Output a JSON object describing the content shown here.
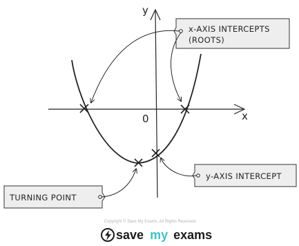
{
  "axes": {
    "x_label": "x",
    "y_label": "y",
    "origin_label": "0"
  },
  "callouts": {
    "x_intercepts_line1": "x-AXIS  INTERCEPTS",
    "x_intercepts_line2": "(ROOTS)",
    "y_intercept": "y-AXIS  INTERCEPT",
    "turning_point": "TURNING  POINT"
  },
  "footer": {
    "copyright": "Copyright © Save My Exams. All Rights Reserved",
    "brand_save": "save",
    "brand_my": "my",
    "brand_exams": "exams"
  },
  "colors": {
    "ink": "#222222",
    "callout_fill": "#eeeeee",
    "brand_dark": "#1c1c1c",
    "brand_accent": "#3ec3c3"
  }
}
